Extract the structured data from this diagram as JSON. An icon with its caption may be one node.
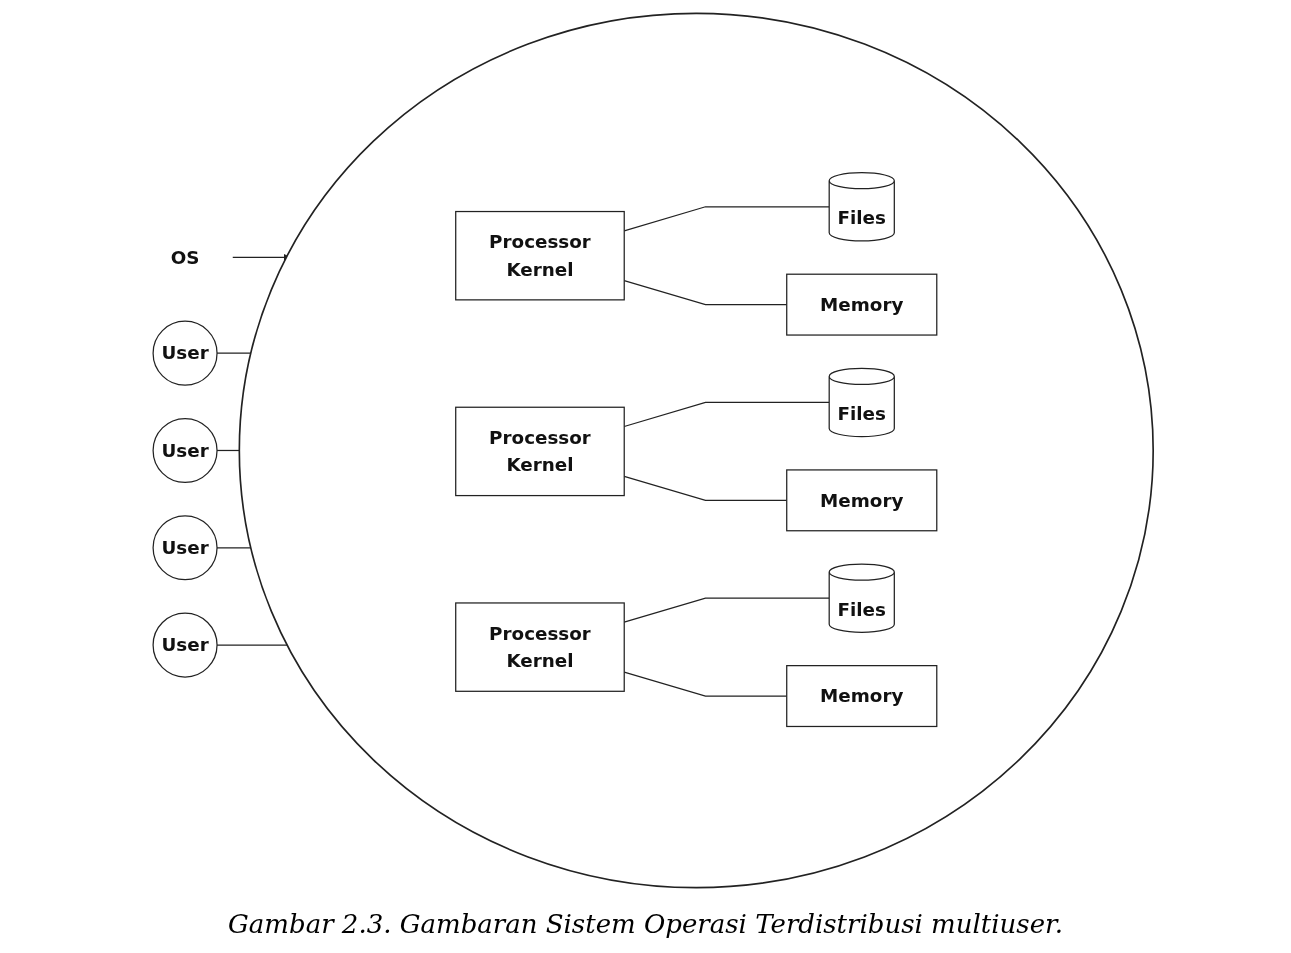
{
  "diagram": {
    "caption": "Gambar 2.3. Gambaran Sistem Operasi Terdistribusi multiuser.",
    "nodes": [
      {
        "text": [],
        "shape": "circle"
      },
      {
        "text": [
          "OS"
        ]
      },
      {
        "text": [
          "User"
        ]
      },
      {
        "text": [
          "Processor",
          "Kernel"
        ],
        "in": 0
      },
      {
        "text": [
          "Files"
        ],
        "in": 0
      },
      {
        "text": [
          "Memory"
        ],
        "in": 0
      },
      {
        "text": [
          "Processor",
          "Kernel"
        ],
        "in": 0
      },
      {
        "text": [
          "Files"
        ],
        "in": 0
      },
      {
        "text": [
          "Memory"
        ],
        "in": 0
      },
      {
        "text": [
          "User"
        ]
      },
      {
        "text": [
          "Processor",
          "Kernel"
        ],
        "in": 0
      },
      {
        "text": [
          "Files"
        ],
        "in": 0
      },
      {
        "text": [
          "Memory"
        ],
        "in": 0
      },
      {
        "text": [
          "User"
        ]
      },
      {
        "text": [
          "User"
        ]
      }
    ],
    "edges": [
      {
        "from": 1,
        "to": 0,
        "arrow": "to"
      },
      {
        "from": 2,
        "to": 0,
        "arrow": "none"
      },
      {
        "from": 3,
        "to": 4,
        "arrow": "none"
      },
      {
        "from": 3,
        "to": 5,
        "arrow": "none"
      },
      {
        "from": 6,
        "to": 7,
        "arrow": "none"
      },
      {
        "from": 6,
        "to": 8,
        "arrow": "none"
      },
      {
        "from": 9,
        "to": 0,
        "arrow": "none"
      },
      {
        "from": 10,
        "to": 11,
        "arrow": "none"
      },
      {
        "from": 10,
        "to": 12,
        "arrow": "none"
      },
      {
        "from": 13,
        "to": 0,
        "arrow": "none"
      },
      {
        "from": 14,
        "to": 0,
        "arrow": "none"
      }
    ]
  }
}
